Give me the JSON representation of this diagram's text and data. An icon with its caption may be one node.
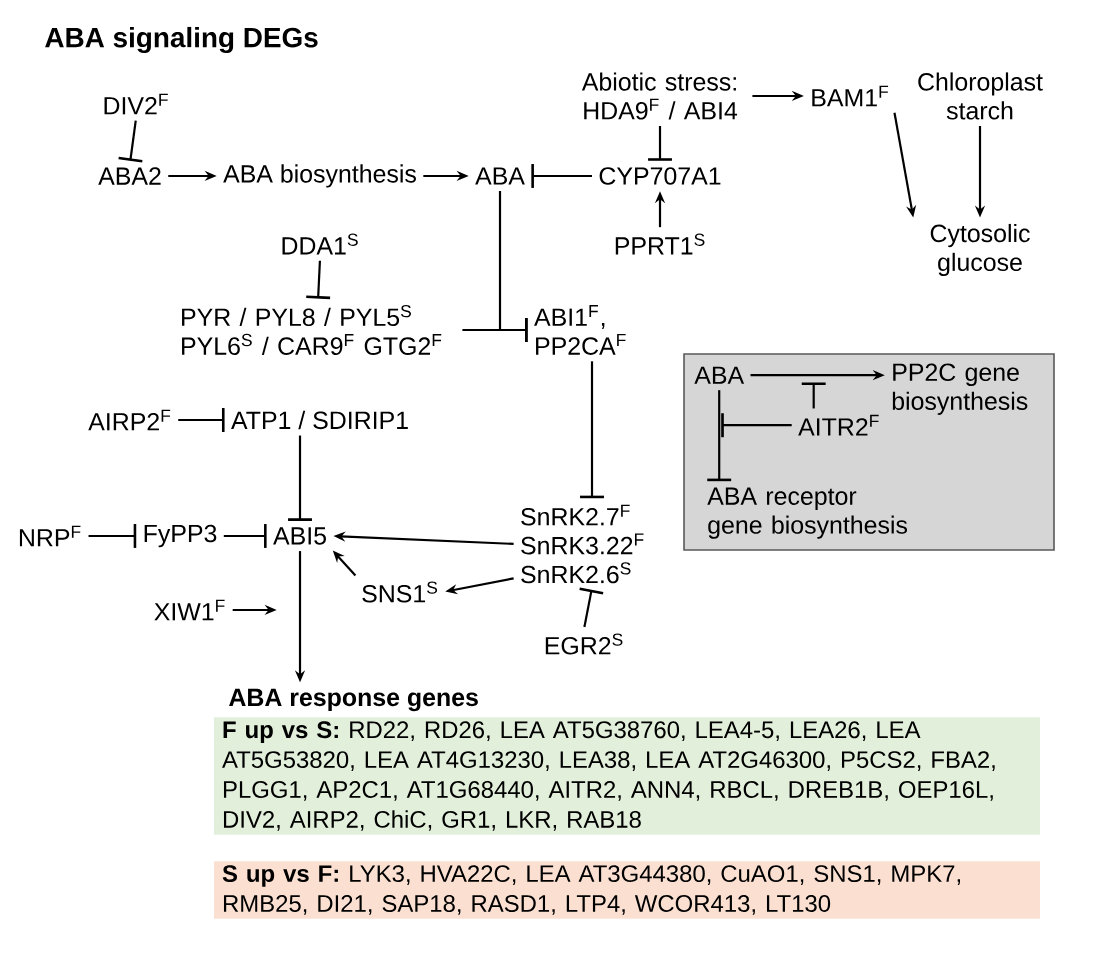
{
  "diagram": {
    "title": "ABA signaling DEGs",
    "nodes": [
      {
        "text": [
          "DIV2$^{F}$"
        ]
      },
      {
        "text": [
          "ABA2"
        ]
      },
      {
        "text": [
          "ABA biosynthesis"
        ]
      },
      {
        "text": [
          "ABA"
        ]
      },
      {
        "text": [
          "Abiotic stress: HDA9$^{F}$ / ABI4"
        ]
      },
      {
        "text": [
          "BAM1$^{F}$"
        ]
      },
      {
        "text": [
          "Chloroplast starch"
        ]
      },
      {
        "text": [
          "CYP707A1"
        ]
      },
      {
        "text": [
          "PPRT1$^{S}$"
        ]
      },
      {
        "text": [
          "Cytosolic glucose"
        ]
      },
      {
        "text": [
          "DDA1$^{S}$"
        ]
      },
      {
        "text": [
          "PYR / PYL8 / PYL5$^{S}$ PYL6$^{S}$ / CAR9$^{F}$ GTG2$^{F}$"
        ]
      },
      {
        "text": [
          "ABI1$^{F}$, PP2CA$^{F}$"
        ]
      },
      {
        "text": [
          "AIRP2$^{F}$"
        ]
      },
      {
        "text": [
          "ATP1 / SDIRIP1"
        ]
      },
      {
        "text": [
          "NRP$^{F}$"
        ]
      },
      {
        "text": [
          "FyPP3"
        ]
      },
      {
        "text": [
          "ABI5"
        ]
      },
      {
        "text": [
          "SnRK2.7$^{F}$ SnRK3.22$^{F}$ SnRK2.6$^{S}$"
        ]
      },
      {
        "text": [
          "EGR2$^{S}$"
        ]
      },
      {
        "text": [
          "SNS1$^{S}$"
        ]
      },
      {
        "text": [
          "XIW1$^{F}$"
        ]
      },
      {
        "text": [],
        "shape": "box"
      },
      {
        "text": [
          "ABA"
        ],
        "in": 22
      },
      {
        "text": [
          "PP2C gene biosynthesis"
        ],
        "in": 22
      },
      {
        "text": [
          "AITR2$^{F}$"
        ],
        "in": 22
      },
      {
        "text": [
          "ABA receptor gene biosynthesis"
        ],
        "in": 22
      },
      {
        "text": [
          "ABA response genes"
        ]
      },
      {
        "text": [
          "**F up vs S:** RD22, RD26, LEA AT5G38760, LEA4-5, LEA26, LEA AT5G53820, LEA AT4G13230, LEA38, LEA AT2G46300, P5CS2, FBA2, PLGG1, AP2C1, AT1G68440, AITR2, ANN4, RBCL, DREB1B, OEP16L, DIV2, AIRP2, ChiC, GR1, LKR, RAB18"
        ]
      },
      {
        "text": [
          "**S up vs F:** LYK3, HVA22C, LEA AT3G44380, CuAO1, SNS1, MPK7, RMB25, DI21, SAP18, RASD1, LTP4, WCOR413, LT130"
        ]
      }
    ],
    "edges": [
      {
        "from": 0,
        "to": 1,
        "arrow": "other"
      },
      {
        "from": 1,
        "to": 2,
        "arrow": "to"
      },
      {
        "from": 2,
        "to": 3,
        "arrow": "to"
      },
      {
        "from": 7,
        "to": 3,
        "arrow": "other"
      },
      {
        "from": 4,
        "to": 7,
        "arrow": "other"
      },
      {
        "from": 4,
        "to": 5,
        "arrow": "to"
      },
      {
        "from": 8,
        "to": 7,
        "arrow": "to"
      },
      {
        "from": 5,
        "to": 9,
        "arrow": "to"
      },
      {
        "from": 6,
        "to": 9,
        "arrow": "to"
      },
      {
        "from": 10,
        "to": 11,
        "arrow": "other"
      },
      {
        "from": 3,
        "to": 12,
        "arrow": "other"
      },
      {
        "from": 11,
        "to": 12,
        "arrow": "other"
      },
      {
        "from": 12,
        "to": 18,
        "arrow": "other"
      },
      {
        "from": 13,
        "to": 14,
        "arrow": "other"
      },
      {
        "from": 14,
        "to": 17,
        "arrow": "other"
      },
      {
        "from": 15,
        "to": 16,
        "arrow": "other"
      },
      {
        "from": 16,
        "to": 17,
        "arrow": "other"
      },
      {
        "from": 18,
        "to": 17,
        "arrow": "to"
      },
      {
        "from": 18,
        "to": 20,
        "arrow": "to"
      },
      {
        "from": 20,
        "to": 17,
        "arrow": "to"
      },
      {
        "from": 19,
        "to": 18,
        "arrow": "other"
      },
      {
        "from": 21,
        "to": null,
        "arrow": "to"
      },
      {
        "from": 17,
        "to": 27,
        "arrow": "to"
      },
      {
        "from": 23,
        "to": 24,
        "arrow": "to"
      },
      {
        "from": 25,
        "to": null,
        "arrow": "other"
      },
      {
        "from": 23,
        "to": 26,
        "arrow": "other"
      },
      {
        "from": 25,
        "to": 23,
        "arrow": "other"
      }
    ]
  }
}
